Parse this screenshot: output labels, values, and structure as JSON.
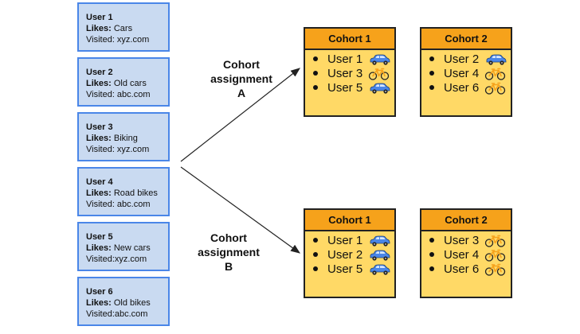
{
  "users": [
    {
      "name": "User 1",
      "likes_label": "Likes:",
      "likes": "Cars",
      "visited": "Visited: xyz.com"
    },
    {
      "name": "User 2",
      "likes_label": "Likes:",
      "likes": "Old cars",
      "visited": "Visited: abc.com"
    },
    {
      "name": "User 3",
      "likes_label": "Likes:",
      "likes": "Biking",
      "visited": "Visited: xyz.com"
    },
    {
      "name": "User 4",
      "likes_label": "Likes:",
      "likes": "Road bikes",
      "visited": "Visited: abc.com"
    },
    {
      "name": "User 5",
      "likes_label": "Likes:",
      "likes": "New cars",
      "visited": "Visited:xyz.com"
    },
    {
      "name": "User 6",
      "likes_label": "Likes:",
      "likes": "Old bikes",
      "visited": "Visited:abc.com"
    }
  ],
  "assignments": [
    {
      "label": [
        "Cohort",
        "assignment",
        "A"
      ],
      "cohorts": [
        {
          "title": "Cohort 1",
          "items": [
            {
              "text": "User 1",
              "icon": "car-icon"
            },
            {
              "text": "User 3",
              "icon": "bike-icon"
            },
            {
              "text": "User 5",
              "icon": "car-icon"
            }
          ]
        },
        {
          "title": "Cohort 2",
          "items": [
            {
              "text": "User 2",
              "icon": "car-icon"
            },
            {
              "text": "User 4",
              "icon": "bike-icon"
            },
            {
              "text": "User 6",
              "icon": "bike-icon"
            }
          ]
        }
      ]
    },
    {
      "label": [
        "Cohort",
        "assignment",
        "B"
      ],
      "cohorts": [
        {
          "title": "Cohort 1",
          "items": [
            {
              "text": "User 1",
              "icon": "car-icon"
            },
            {
              "text": "User 2",
              "icon": "car-icon"
            },
            {
              "text": "User 5",
              "icon": "car-icon"
            }
          ]
        },
        {
          "title": "Cohort 2",
          "items": [
            {
              "text": "User 3",
              "icon": "bike-icon"
            },
            {
              "text": "User 4",
              "icon": "bike-icon"
            },
            {
              "text": "User 6",
              "icon": "bike-icon"
            }
          ]
        }
      ]
    }
  ],
  "colors": {
    "user_card_fill": "#c9daf1",
    "user_card_border": "#4a86e8",
    "cohort_header": "#f6a21b",
    "cohort_body": "#ffd966",
    "car": "#4a86e8",
    "bike": "#f6a21b"
  }
}
